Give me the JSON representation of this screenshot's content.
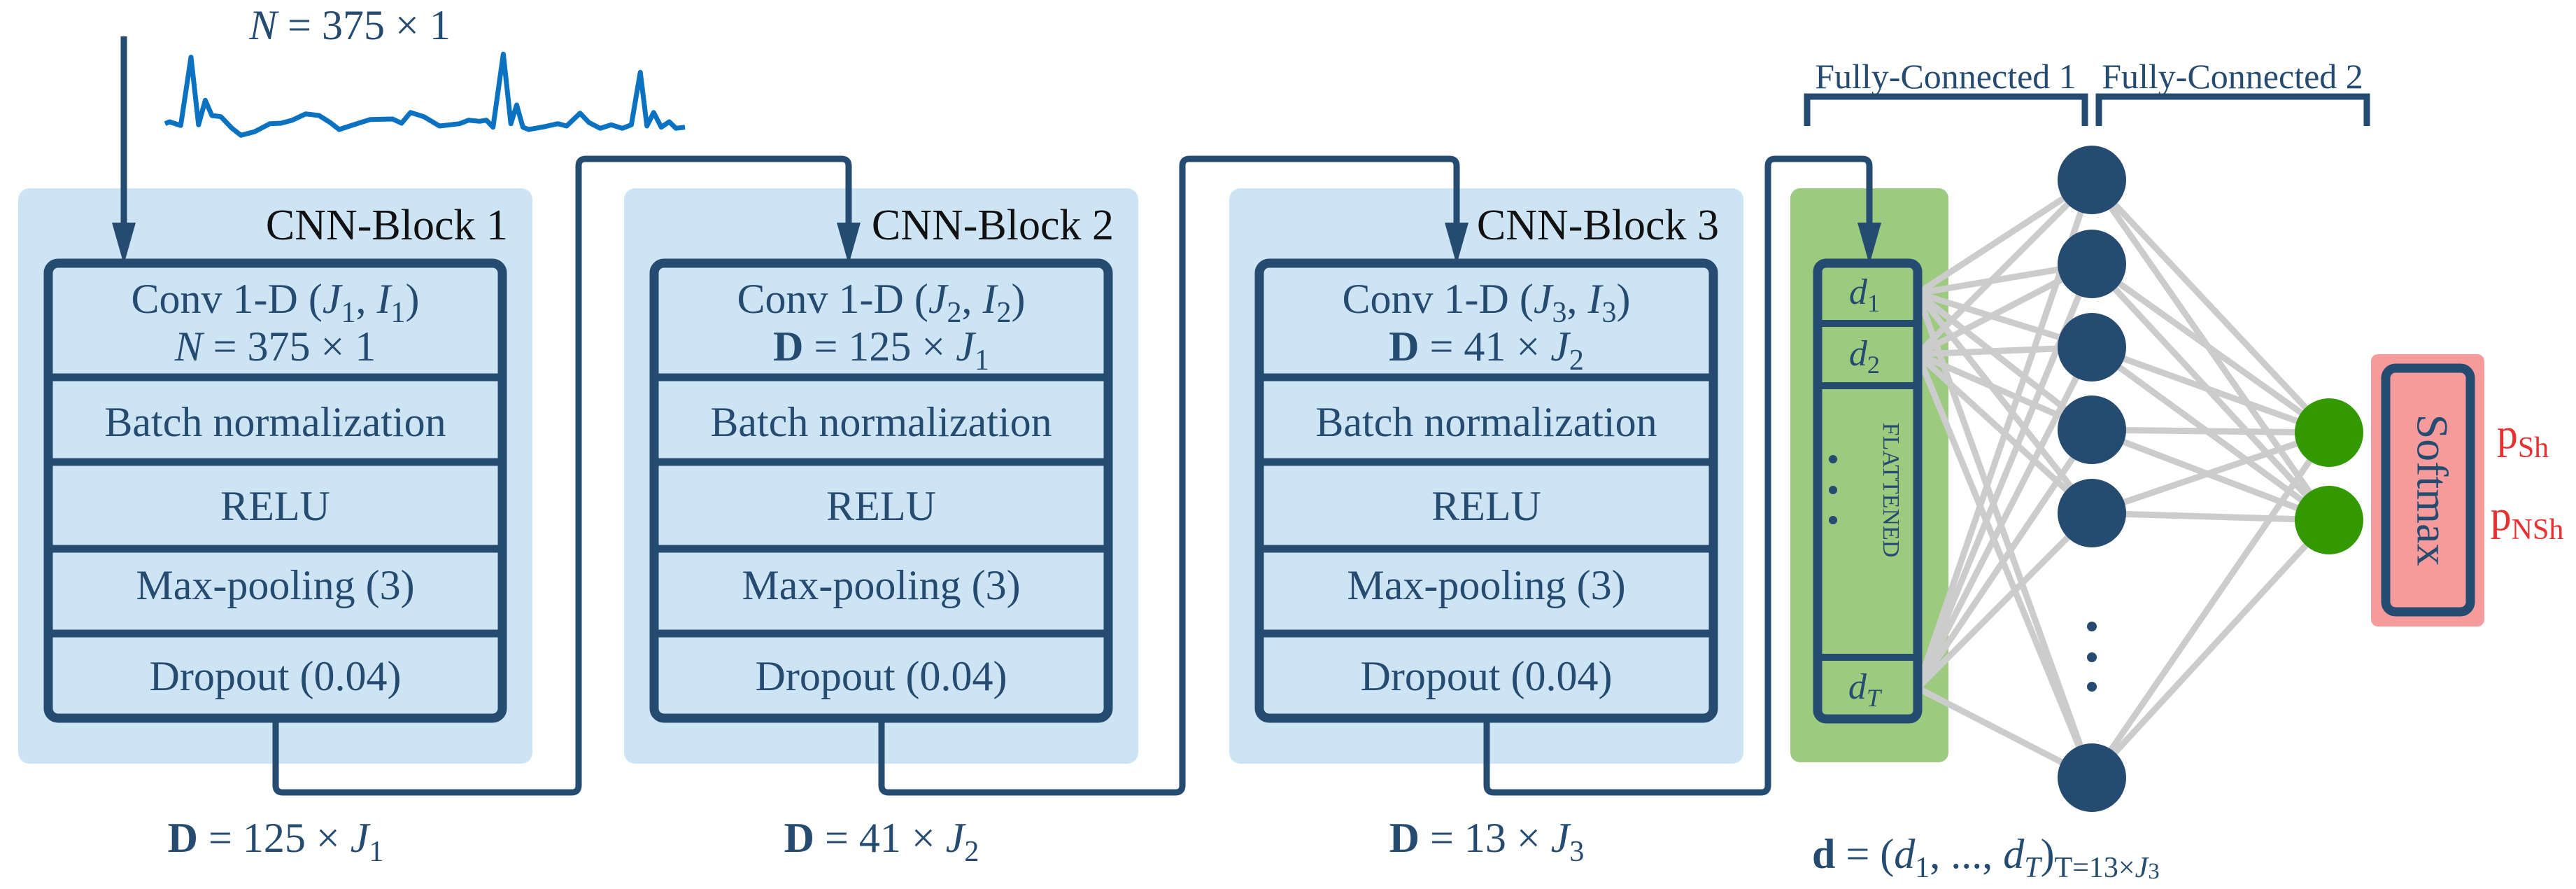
{
  "colors": {
    "ink": "#264b70",
    "cnn_block_bg": "#cde4f5",
    "flatten_bg": "#9ccb80",
    "fc_node": "#264b70",
    "output_node": "#339900",
    "softmax_bg": "#f59b9b",
    "prob_text": "#e83030",
    "signal": "#0a72c0",
    "edge": "#cccccc"
  },
  "input": {
    "label": [
      [
        "N",
        "i"
      ],
      [
        " = 375 × 1",
        "n"
      ]
    ],
    "signal_icon": "ecg-waveform"
  },
  "layers": [
    "Batch normalization",
    "RELU",
    "Max-pooling (3)",
    "Dropout (0.04)"
  ],
  "blocks": [
    {
      "title": "CNN-Block 1",
      "conv": [
        [
          "Conv 1-D (",
          "n"
        ],
        [
          "J",
          "i"
        ],
        [
          "1",
          "s"
        ],
        [
          ", ",
          "n"
        ],
        [
          "I",
          "i"
        ],
        [
          "1",
          "s"
        ],
        [
          ")",
          "n"
        ]
      ],
      "input_dim": [
        [
          "N",
          "i"
        ],
        [
          "  =  375  ×  1",
          "n"
        ]
      ],
      "output_dim": [
        [
          "D",
          "b"
        ],
        [
          "  =  125  ×  ",
          "n"
        ],
        [
          "J",
          "i"
        ],
        [
          "1",
          "s"
        ]
      ]
    },
    {
      "title": "CNN-Block 2",
      "conv": [
        [
          "Conv 1-D (",
          "n"
        ],
        [
          "J",
          "i"
        ],
        [
          "2",
          "s"
        ],
        [
          ", ",
          "n"
        ],
        [
          "I",
          "i"
        ],
        [
          "2",
          "s"
        ],
        [
          ")",
          "n"
        ]
      ],
      "input_dim": [
        [
          "D",
          "b"
        ],
        [
          "  =  125  ×  ",
          "n"
        ],
        [
          "J",
          "i"
        ],
        [
          "1",
          "s"
        ]
      ],
      "output_dim": [
        [
          "D",
          "b"
        ],
        [
          "  =  41  ×  ",
          "n"
        ],
        [
          "J",
          "i"
        ],
        [
          "2",
          "s"
        ]
      ]
    },
    {
      "title": "CNN-Block 3",
      "conv": [
        [
          "Conv 1-D (",
          "n"
        ],
        [
          "J",
          "i"
        ],
        [
          "3",
          "s"
        ],
        [
          ", ",
          "n"
        ],
        [
          "I",
          "i"
        ],
        [
          "3",
          "s"
        ],
        [
          ")",
          "n"
        ]
      ],
      "input_dim": [
        [
          "D",
          "b"
        ],
        [
          "  =  41  ×  ",
          "n"
        ],
        [
          "J",
          "i"
        ],
        [
          "2",
          "s"
        ]
      ],
      "output_dim": [
        [
          "D",
          "b"
        ],
        [
          "  =  13  ×  ",
          "n"
        ],
        [
          "J",
          "i"
        ],
        [
          "3",
          "s"
        ]
      ]
    }
  ],
  "flatten": {
    "d1": [
      [
        "d",
        "i"
      ],
      [
        "1",
        "s"
      ]
    ],
    "d2": [
      [
        "d",
        "i"
      ],
      [
        "2",
        "s"
      ]
    ],
    "label": "FLATTENED",
    "dT": [
      [
        "d",
        "i"
      ],
      [
        "T",
        "si"
      ]
    ],
    "vector": [
      [
        "d",
        "b"
      ],
      [
        "  =  (",
        "n"
      ],
      [
        "d",
        "i"
      ],
      [
        "1",
        "s"
      ],
      [
        ", ..., ",
        "n"
      ],
      [
        "d",
        "i"
      ],
      [
        "T",
        "si"
      ],
      [
        ")",
        "n"
      ],
      [
        "T=13×",
        "s"
      ],
      [
        "J",
        "si"
      ],
      [
        "3",
        "ss"
      ]
    ]
  },
  "fully_connected": {
    "fc1_label": "Fully-Connected 1",
    "fc2_label": "Fully-Connected 2",
    "hidden_node_count_visible": 6,
    "output_node_count": 2
  },
  "softmax": {
    "label": "Softmax",
    "outputs": [
      [
        [
          "p",
          "n"
        ],
        [
          "Sh",
          "s"
        ]
      ],
      [
        [
          "p",
          "n"
        ],
        [
          "NSh",
          "s"
        ]
      ]
    ]
  }
}
